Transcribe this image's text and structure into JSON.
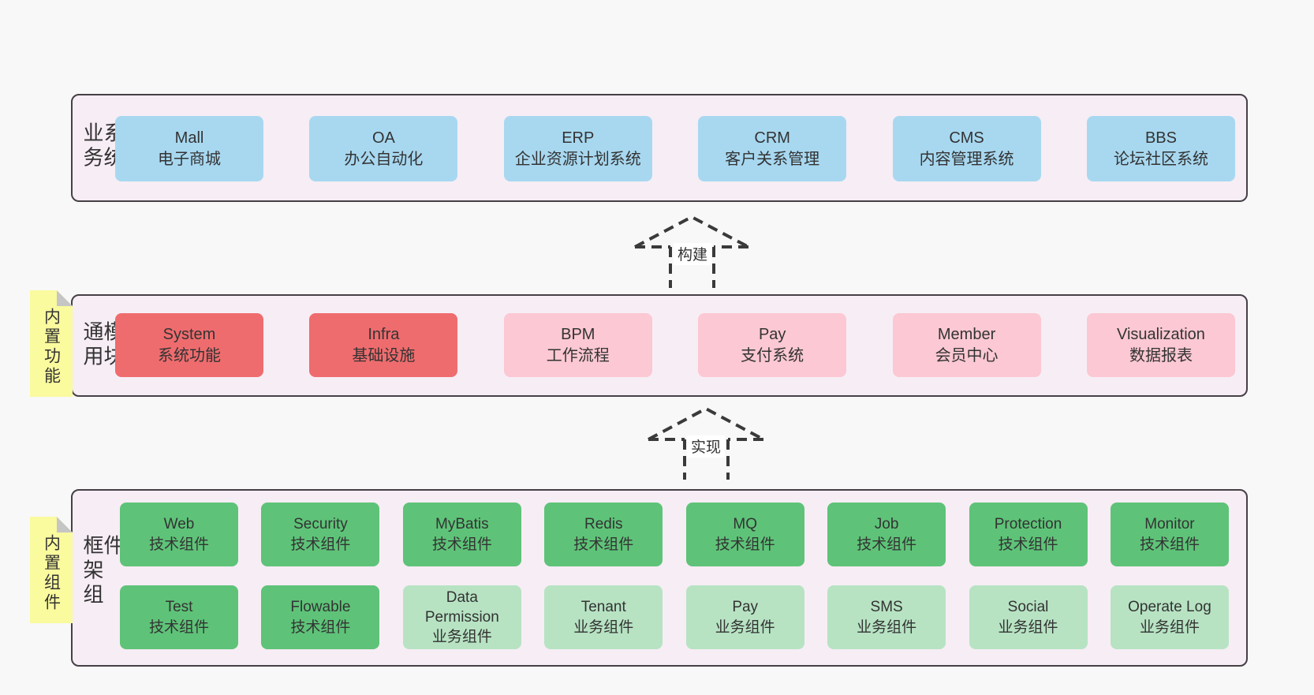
{
  "colors": {
    "page_background": "#f8f8f8",
    "layer_background": "#f7edf5",
    "layer_border": "#464046",
    "business_box": "#a8d8f0",
    "core_module_box": "#ef6c6e",
    "optional_module_box": "#fbc8d3",
    "tech_component_box": "#5ec378",
    "biz_component_box": "#b7e3c3",
    "sticky_note": "#fafa9e",
    "note_fold": "#c5c5c5"
  },
  "layers": {
    "business": {
      "label": "业务系统",
      "boxes": [
        {
          "title": "Mall",
          "subtitle": "电子商城",
          "variant": "blue"
        },
        {
          "title": "OA",
          "subtitle": "办公自动化",
          "variant": "blue"
        },
        {
          "title": "ERP",
          "subtitle": "企业资源计划系统",
          "variant": "blue"
        },
        {
          "title": "CRM",
          "subtitle": "客户关系管理",
          "variant": "blue"
        },
        {
          "title": "CMS",
          "subtitle": "内容管理系统",
          "variant": "blue"
        },
        {
          "title": "BBS",
          "subtitle": "论坛社区系统",
          "variant": "blue"
        }
      ]
    },
    "modules": {
      "label": "通用模块",
      "note": "内置功能",
      "boxes": [
        {
          "title": "System",
          "subtitle": "系统功能",
          "variant": "red"
        },
        {
          "title": "Infra",
          "subtitle": "基础设施",
          "variant": "red"
        },
        {
          "title": "BPM",
          "subtitle": "工作流程",
          "variant": "pink"
        },
        {
          "title": "Pay",
          "subtitle": "支付系统",
          "variant": "pink"
        },
        {
          "title": "Member",
          "subtitle": "会员中心",
          "variant": "pink"
        },
        {
          "title": "Visualization",
          "subtitle": "数据报表",
          "variant": "pink"
        }
      ]
    },
    "components": {
      "label": "框架组件",
      "note": "内置组件",
      "rows": [
        [
          {
            "title": "Web",
            "subtitle": "技术组件",
            "variant": "green"
          },
          {
            "title": "Security",
            "subtitle": "技术组件",
            "variant": "green"
          },
          {
            "title": "MyBatis",
            "subtitle": "技术组件",
            "variant": "green"
          },
          {
            "title": "Redis",
            "subtitle": "技术组件",
            "variant": "green"
          },
          {
            "title": "MQ",
            "subtitle": "技术组件",
            "variant": "green"
          },
          {
            "title": "Job",
            "subtitle": "技术组件",
            "variant": "green"
          },
          {
            "title": "Protection",
            "subtitle": "技术组件",
            "variant": "green"
          },
          {
            "title": "Monitor",
            "subtitle": "技术组件",
            "variant": "green"
          }
        ],
        [
          {
            "title": "Test",
            "subtitle": "技术组件",
            "variant": "green"
          },
          {
            "title": "Flowable",
            "subtitle": "技术组件",
            "variant": "green"
          },
          {
            "title": "Data Permission",
            "subtitle": "业务组件",
            "variant": "lightgreen"
          },
          {
            "title": "Tenant",
            "subtitle": "业务组件",
            "variant": "lightgreen"
          },
          {
            "title": "Pay",
            "subtitle": "业务组件",
            "variant": "lightgreen"
          },
          {
            "title": "SMS",
            "subtitle": "业务组件",
            "variant": "lightgreen"
          },
          {
            "title": "Social",
            "subtitle": "业务组件",
            "variant": "lightgreen"
          },
          {
            "title": "Operate Log",
            "subtitle": "业务组件",
            "variant": "lightgreen"
          }
        ]
      ]
    }
  },
  "arrows": [
    {
      "label": "构建"
    },
    {
      "label": "实现"
    }
  ]
}
